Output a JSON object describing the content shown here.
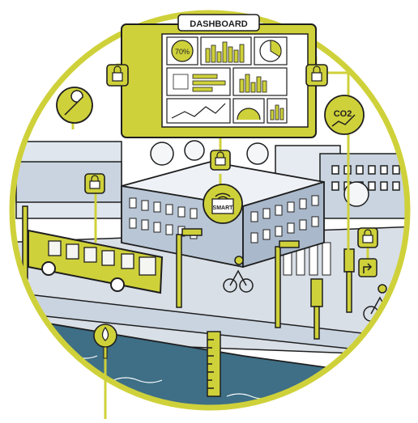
{
  "dashboard": {
    "title": "DASHBOARD",
    "gauge_percent_label": "70%"
  },
  "building": {
    "sign_label": "SMART"
  },
  "icons": {
    "co2_label": "CO2",
    "lock": "lock-icon",
    "wrench": "wrench-icon",
    "water_drop": "water-drop-icon",
    "turn_sign": "turn-right-arrow-icon",
    "wifi": "wifi-icon"
  },
  "colors": {
    "accent": "#cfd13a",
    "ink": "#1e1e1e",
    "building": "#b9c6d6",
    "water": "#3e6f86",
    "ground": "#d9dfe7"
  }
}
